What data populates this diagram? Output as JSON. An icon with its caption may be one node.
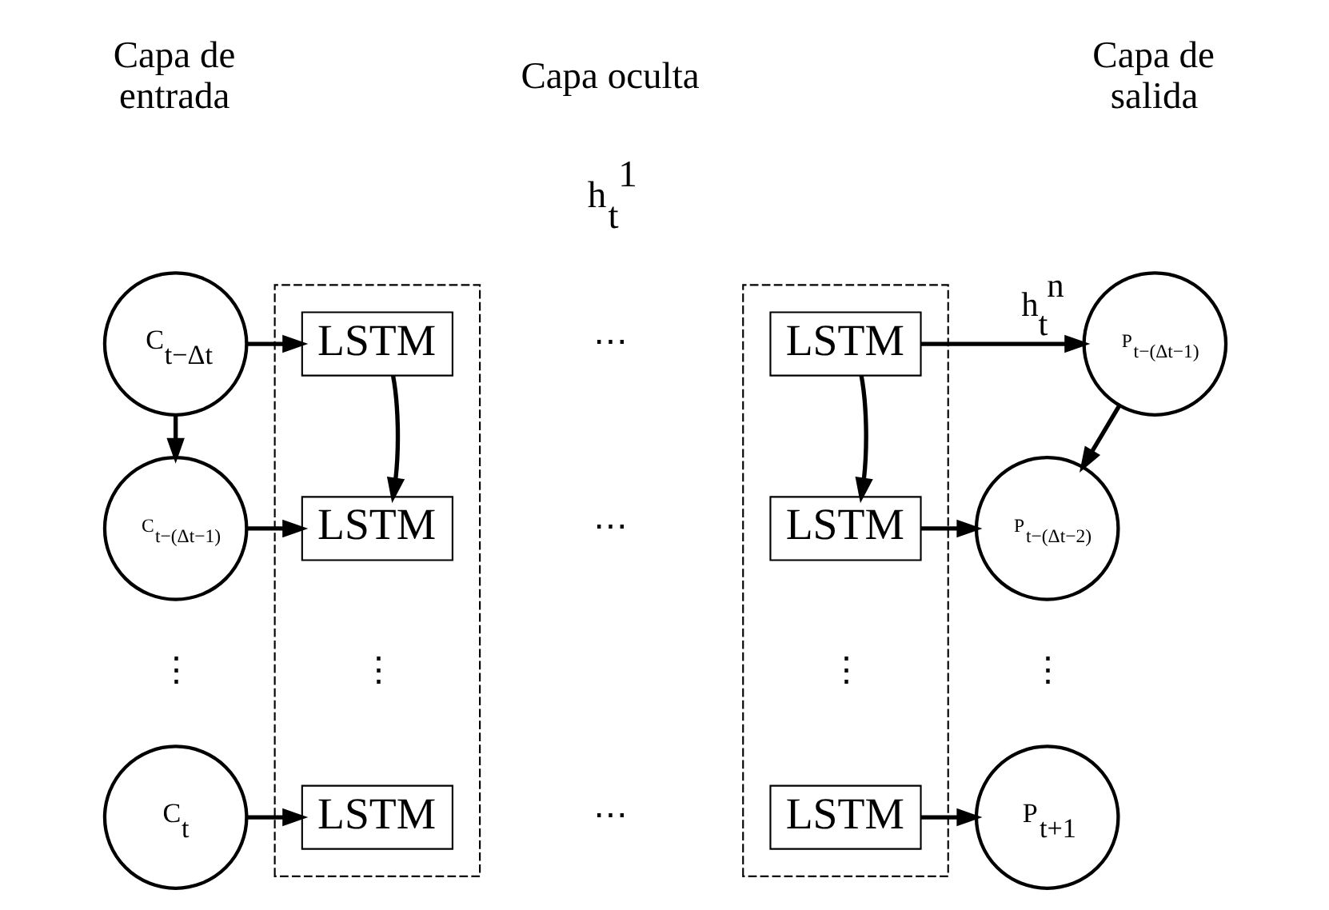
{
  "diagram": {
    "nodes": [
      {
        "text": [
          "C$_{t−Δt}$"
        ]
      },
      {
        "text": [
          "C$_{t−(Δt−1)}$"
        ]
      },
      {
        "text": [
          "C$_{t}$"
        ]
      },
      {
        "text": [],
        "shape": "box"
      },
      {
        "text": [
          "LSTM"
        ],
        "in": 3
      },
      {
        "text": [
          "LSTM"
        ],
        "in": 3
      },
      {
        "text": [
          "LSTM"
        ],
        "in": 3
      },
      {
        "text": [],
        "shape": "box"
      },
      {
        "text": [
          "LSTM"
        ],
        "in": 7
      },
      {
        "text": [
          "LSTM"
        ],
        "in": 7
      },
      {
        "text": [
          "LSTM"
        ],
        "in": 7
      },
      {
        "text": [
          "P$_{t−(Δt−1)}$"
        ]
      },
      {
        "text": [
          "P$_{t−(Δt−2)}$"
        ]
      },
      {
        "text": [
          "P$_{t+1}$"
        ]
      }
    ],
    "edges": [
      {
        "from": 0,
        "to": 4,
        "arrow": "to"
      },
      {
        "from": 0,
        "to": 1,
        "arrow": "to"
      },
      {
        "from": 4,
        "to": 5,
        "arrow": "to"
      },
      {
        "from": 8,
        "to": 11,
        "arrow": "to",
        "label": "h$_{t}$$^{n}$"
      },
      {
        "from": 8,
        "to": 9,
        "arrow": "to"
      },
      {
        "from": 11,
        "to": 12,
        "arrow": "to"
      },
      {
        "from": 1,
        "to": 5,
        "arrow": "to"
      },
      {
        "from": 9,
        "to": 12,
        "arrow": "to"
      },
      {
        "from": 2,
        "to": 6,
        "arrow": "to"
      },
      {
        "from": 10,
        "to": 13,
        "arrow": "to"
      }
    ],
    "labels": [
      "Capa de entrada",
      "Capa oculta",
      "Capa de salida",
      "h$_{t}$$^{1}$",
      "⋯",
      "⋯",
      "⋮",
      "⋮",
      "⋮",
      "⋮",
      "⋯"
    ]
  }
}
